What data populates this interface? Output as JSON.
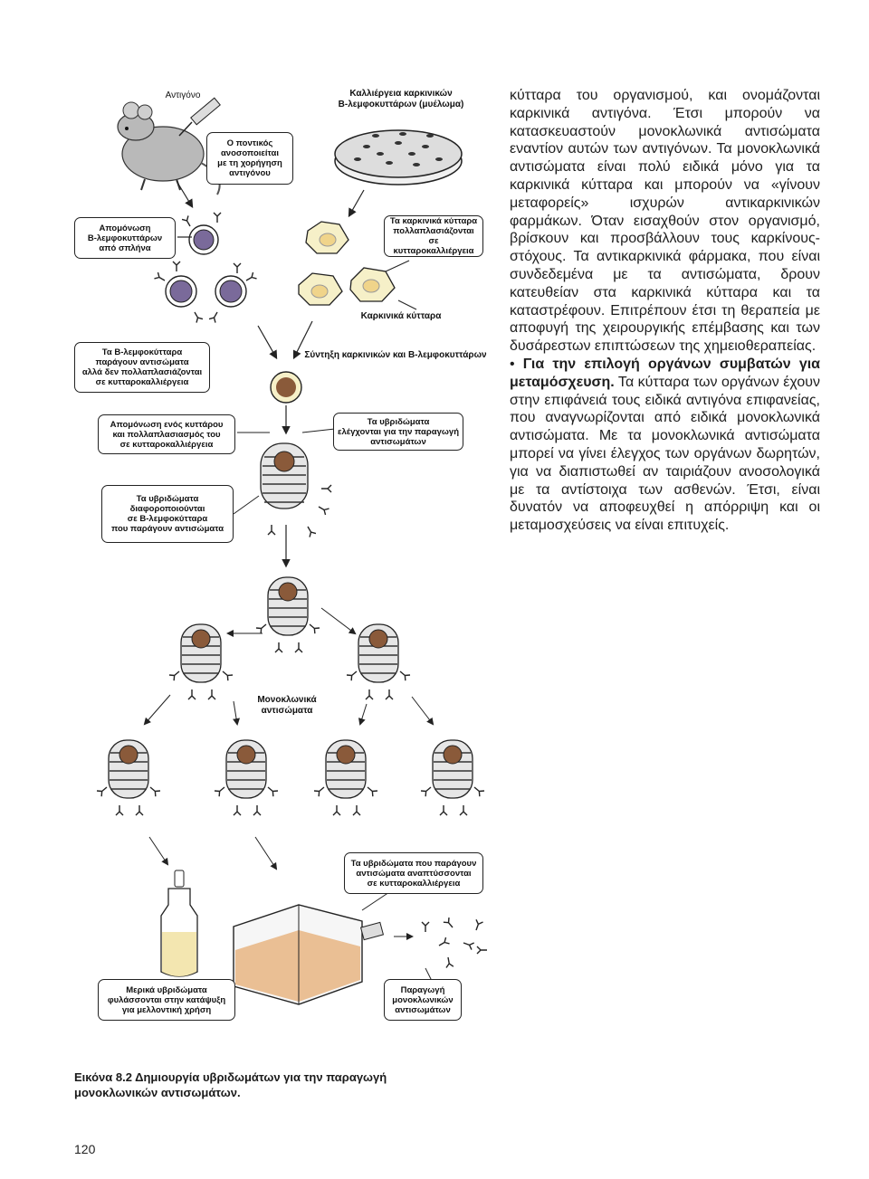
{
  "figure": {
    "antigen_label": "Αντιγόνο",
    "mouse_immunized_box": "Ο ποντικός\nανοσοποιείται\nμε τη χορήγηση\nαντιγόνου",
    "spleen_isolation_box": "Απομόνωση\nΒ-λεμφοκυττάρων\nαπό σπλήνα",
    "b_cells_no_culture_box": "Τα Β-λεμφοκύτταρα\nπαράγουν αντισώματα\nαλλά δεν πολλαπλασιάζονται\nσε κυτταροκαλλιέργεια",
    "myeloma_culture_label": "Καλλιέργεια καρκινικών\nΒ-λεμφοκυττάρων (μυέλωμα)",
    "cancer_cells_multiply_box": "Τα καρκινικά κύτταρα\nπολλαπλασιάζονται\nσε κυτταροκαλλιέργεια",
    "cancer_cell_label": "Καρκινικά κύτταρα",
    "fusion_label": "Σύντηξη καρκινικών και Β-λεμφοκυττάρων",
    "isolation_single_cell_box": "Απομόνωση ενός κυττάρου\nκαι πολλαπλασιασμός του\nσε κυτταροκαλλιέργεια",
    "hybridomas_checked_box": "Τα υβριδώματα\nελέγχονται για την παραγωγή\nαντισωμάτων",
    "hybridomas_differentiate_box": "Τα υβριδώματα\nδιαφοροποιούνται\nσε Β-λεμφοκύτταρα\nπου παράγουν αντισώματα",
    "monoclonal_label": "Μονοκλωνικά\nαντισώματα",
    "hybridomas_culture_box": "Τα υβριδώματα που παράγουν\nαντισώματα αναπτύσσονται\nσε κυτταροκαλλιέργεια",
    "frozen_box": "Μερικά υβριδώματα\nφυλάσσονται στην κατάψυξη\nγια μελλοντική χρήση",
    "production_box": "Παραγωγή\nμονοκλωνικών\nαντισωμάτων"
  },
  "body": {
    "para1": "κύτταρα του οργανισμού, και ονομάζονται καρκινικά αντιγόνα. Έτσι μπορούν να κατασκευαστούν μονοκλωνικά αντισώματα εναντίον αυτών των αντιγόνων. Τα μονοκλωνικά αντισώματα είναι πολύ ειδικά μόνο για τα καρκινικά κύτταρα και μπορούν να «γίνουν μεταφορείς» ισχυρών αντικαρκινικών φαρμάκων. Όταν εισαχθούν στον οργανισμό, βρίσκουν και προσβάλλουν τους καρκίνους-στόχους. Τα αντικαρκινικά φάρμακα, που είναι συνδεδεμένα με τα αντισώματα, δρουν κατευθείαν στα καρκινικά κύτταρα και τα καταστρέφουν. Επιτρέπουν έτσι τη θεραπεία με αποφυγή της χειρουργικής επέμβασης και των δυσάρεστων επιπτώσεων της χημειοθεραπείας.",
    "bullet_heading": "Για την επιλογή οργάνων συμβατών για μεταμόσχευση.",
    "bullet_text": "Τα κύτταρα των οργάνων έχουν στην επιφάνειά τους ειδικά αντιγόνα επιφανείας, που αναγνωρίζονται από ειδικά μονοκλωνικά αντισώματα. Με τα μονοκλωνικά αντισώματα μπορεί να γίνει έλεγχος των οργάνων δωρητών, για να διαπιστωθεί αν ταιριάζουν ανοσολογικά με τα αντίστοιχα των ασθενών. Έτσι, είναι δυνατόν να αποφευχθεί η απόρριψη και οι μεταμοσχεύσεις να είναι επιτυχείς."
  },
  "caption": {
    "label": "Εικόνα 8.2",
    "text": "Δημιουργία υβριδωμάτων για την παραγωγή μονοκλωνικών αντισωμάτων."
  },
  "page_number": "120",
  "colors": {
    "nucleus": "#8a5a3a",
    "violet_nucleus": "#7a6a9a",
    "cancer_cell": "#f6f0c8",
    "cancer_nucleus": "#f0d48a",
    "medium": "#e9b98a",
    "mouse": "#b9b9b9"
  }
}
